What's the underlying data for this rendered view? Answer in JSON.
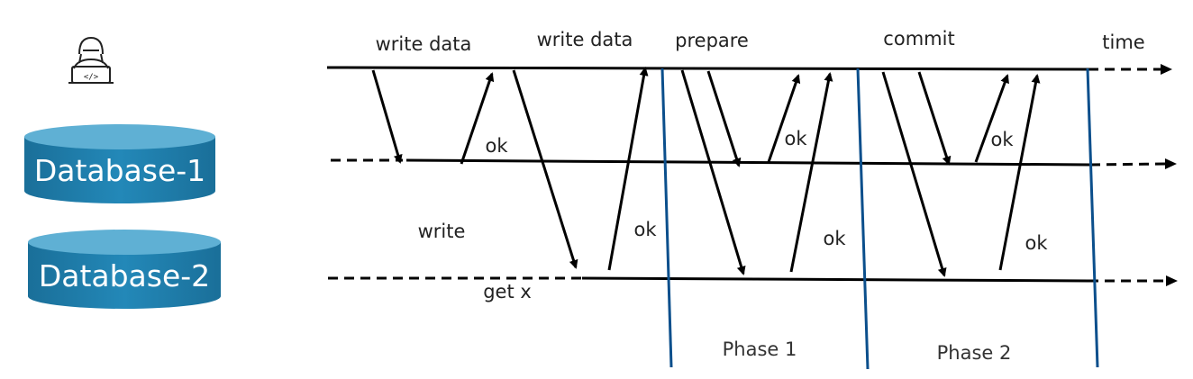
{
  "actors": {
    "client_icon": "developer-laptop-icon",
    "database_1": "Database-1",
    "database_2": "Database-2"
  },
  "colors": {
    "database_fill": "#1f7fae",
    "database_top": "#5fb0d4",
    "line": "#000000",
    "phase_line": "#0b4f8c"
  },
  "labels": {
    "write_data_1": "write data",
    "write_data_2": "write data",
    "prepare": "prepare",
    "commit": "commit",
    "time": "time",
    "ok_db1_write": "ok",
    "write": "write",
    "get_x": "get x",
    "ok_db2_write": "ok",
    "ok_db1_prepare": "ok",
    "ok_db2_prepare": "ok",
    "ok_db1_commit": "ok",
    "ok_db2_commit": "ok",
    "phase_1": "Phase 1",
    "phase_2": "Phase 2"
  }
}
